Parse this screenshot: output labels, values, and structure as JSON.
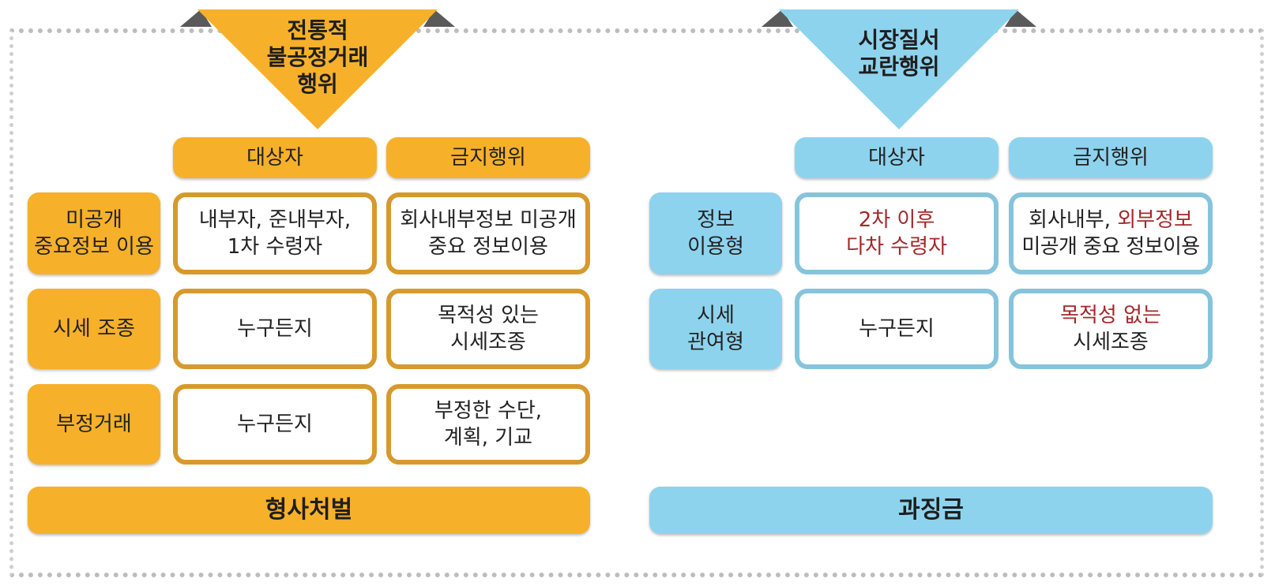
{
  "colors": {
    "orange": "#f7b02a",
    "orange_border": "#d69a2c",
    "blue": "#8ed3ee",
    "blue_border": "#86c4dc",
    "highlight_red": "#a3282a"
  },
  "left": {
    "title": "전통적\n불공정거래\n행위",
    "headers": {
      "target": "대상자",
      "prohibited": "금지행위"
    },
    "rows": [
      {
        "label": "미공개\n중요정보 이용",
        "target": "내부자, 준내부자,\n1차 수령자",
        "prohibited": "회사내부정보 미공개\n중요 정보이용"
      },
      {
        "label": "시세 조종",
        "target": "누구든지",
        "prohibited": "목적성 있는\n시세조종"
      },
      {
        "label": "부정거래",
        "target": "누구든지",
        "prohibited": "부정한 수단,\n계획, 기교"
      }
    ],
    "result": "형사처벌"
  },
  "right": {
    "title": "시장질서\n교란행위",
    "headers": {
      "target": "대상자",
      "prohibited": "금지행위"
    },
    "rows": [
      {
        "label": "정보\n이용형",
        "target": "2차 이후\n다차 수령자",
        "prohibited_plain_1": "회사내부, ",
        "prohibited_red_1": "외부정보",
        "prohibited_plain_2": "미공개 중요 정보이용"
      },
      {
        "label": "시세\n관여형",
        "target": "누구든지",
        "prohibited_red": "목적성 없는",
        "prohibited_plain": "시세조종"
      }
    ],
    "result": "과징금"
  }
}
